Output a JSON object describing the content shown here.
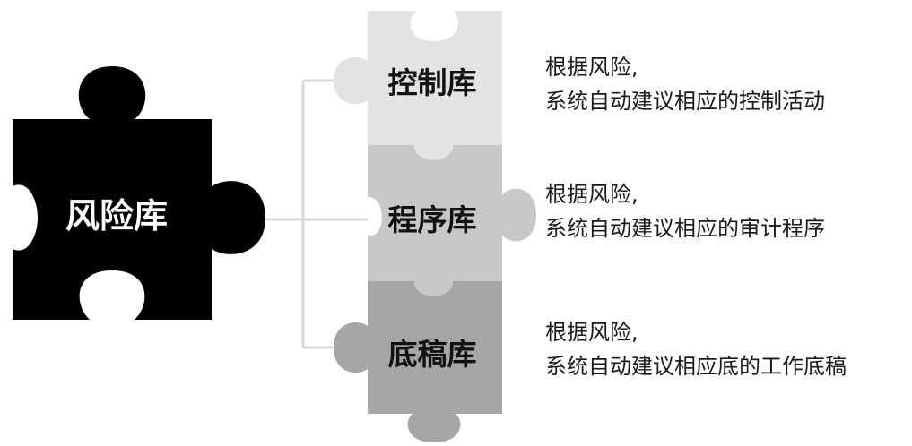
{
  "main_piece": {
    "label": "风险库",
    "color": "#000000"
  },
  "libraries": [
    {
      "label": "控制库",
      "color": "#e3e3e3",
      "description": {
        "line1": "根据风险,",
        "line2": "系统自动建议相应的控制活动"
      }
    },
    {
      "label": "程序库",
      "color": "#c8c8c8",
      "description": {
        "line1": "根据风险,",
        "line2": "系统自动建议相应的审计程序"
      }
    },
    {
      "label": "底稿库",
      "color": "#a6a6a6",
      "description": {
        "line1": "根据风险,",
        "line2": "系统自动建议相应底的工作底稿"
      }
    }
  ],
  "connector_color": "#d9d9d9"
}
